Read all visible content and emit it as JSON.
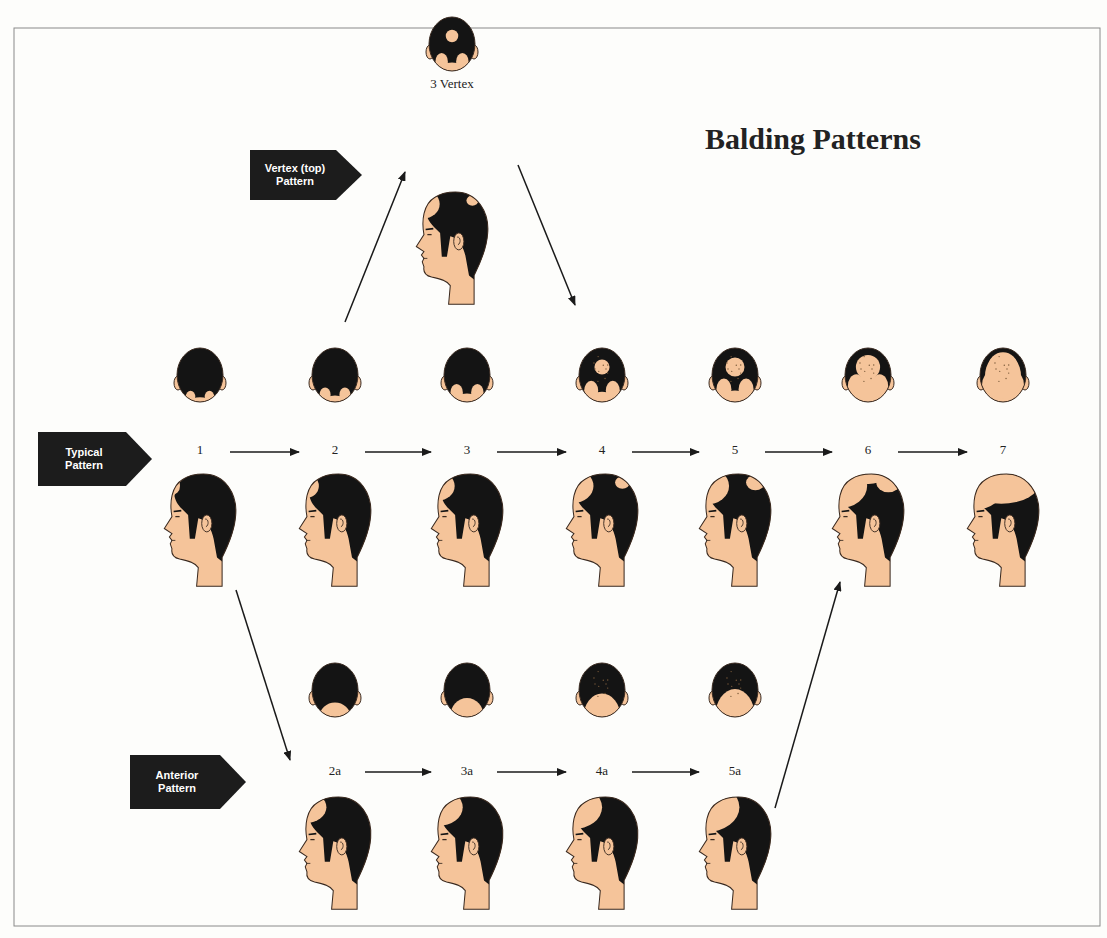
{
  "diagram": {
    "title": "Balding Patterns",
    "nodes": [
      {
        "text": [
          "Vertex (top) Pattern"
        ]
      },
      {
        "text": [
          "Typical Pattern"
        ]
      },
      {
        "text": [
          "Anterior Pattern"
        ]
      }
    ],
    "labels": [
      "3 Vertex",
      "1",
      "2",
      "3",
      "4",
      "5",
      "6",
      "7",
      "2a",
      "3a",
      "4a",
      "5a"
    ]
  }
}
